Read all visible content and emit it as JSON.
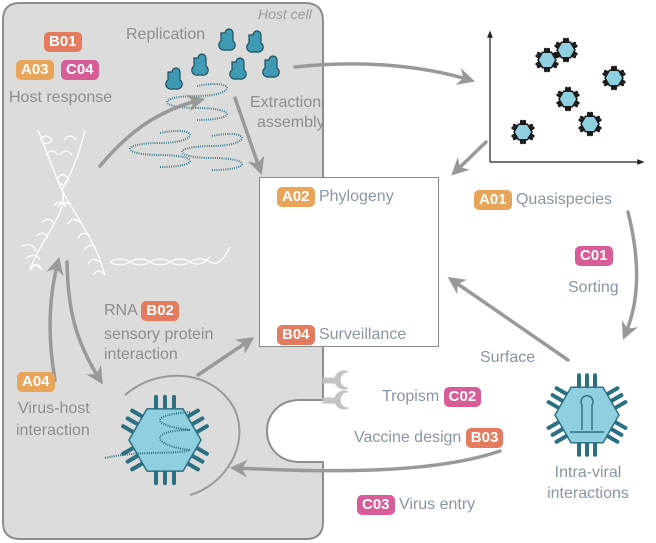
{
  "host_cell": {
    "label": "Host cell"
  },
  "colors": {
    "category_A": "#e8a55a",
    "category_B": "#e47a5e",
    "category_C": "#d85c97",
    "virus_fill": "#8fd0e0",
    "virus_stroke": "#2a6f82",
    "arrow": "#999999",
    "cell_background": "#dcdcdc"
  },
  "host_response": {
    "badges": [
      "B01",
      "A03",
      "C04"
    ],
    "label": "Host response"
  },
  "replication": {
    "label": "Replication"
  },
  "extraction": {
    "line1": "Extraction,",
    "line2": "assembly"
  },
  "phylogeny": {
    "badge": "A02",
    "label": "Phylogeny"
  },
  "surveillance": {
    "badge": "B04",
    "label": "Surveillance"
  },
  "quasispecies": {
    "badge": "A01",
    "label": "Quasispecies"
  },
  "sorting": {
    "badge": "C01",
    "label": "Sorting"
  },
  "surface": {
    "label": "Surface"
  },
  "rna_sensory": {
    "prefix": "RNA",
    "badge": "B02",
    "line2": "sensory protein",
    "line3": "interaction"
  },
  "virus_host": {
    "badge": "A04",
    "line1": "Virus-host",
    "line2": "interaction"
  },
  "tropism": {
    "label": "Tropism",
    "badge": "C02"
  },
  "vaccine": {
    "label": "Vaccine design",
    "badge": "B03"
  },
  "virus_entry": {
    "badge": "C03",
    "label": "Virus entry"
  },
  "intra_viral": {
    "line1": "Intra-viral",
    "line2": "interactions"
  }
}
